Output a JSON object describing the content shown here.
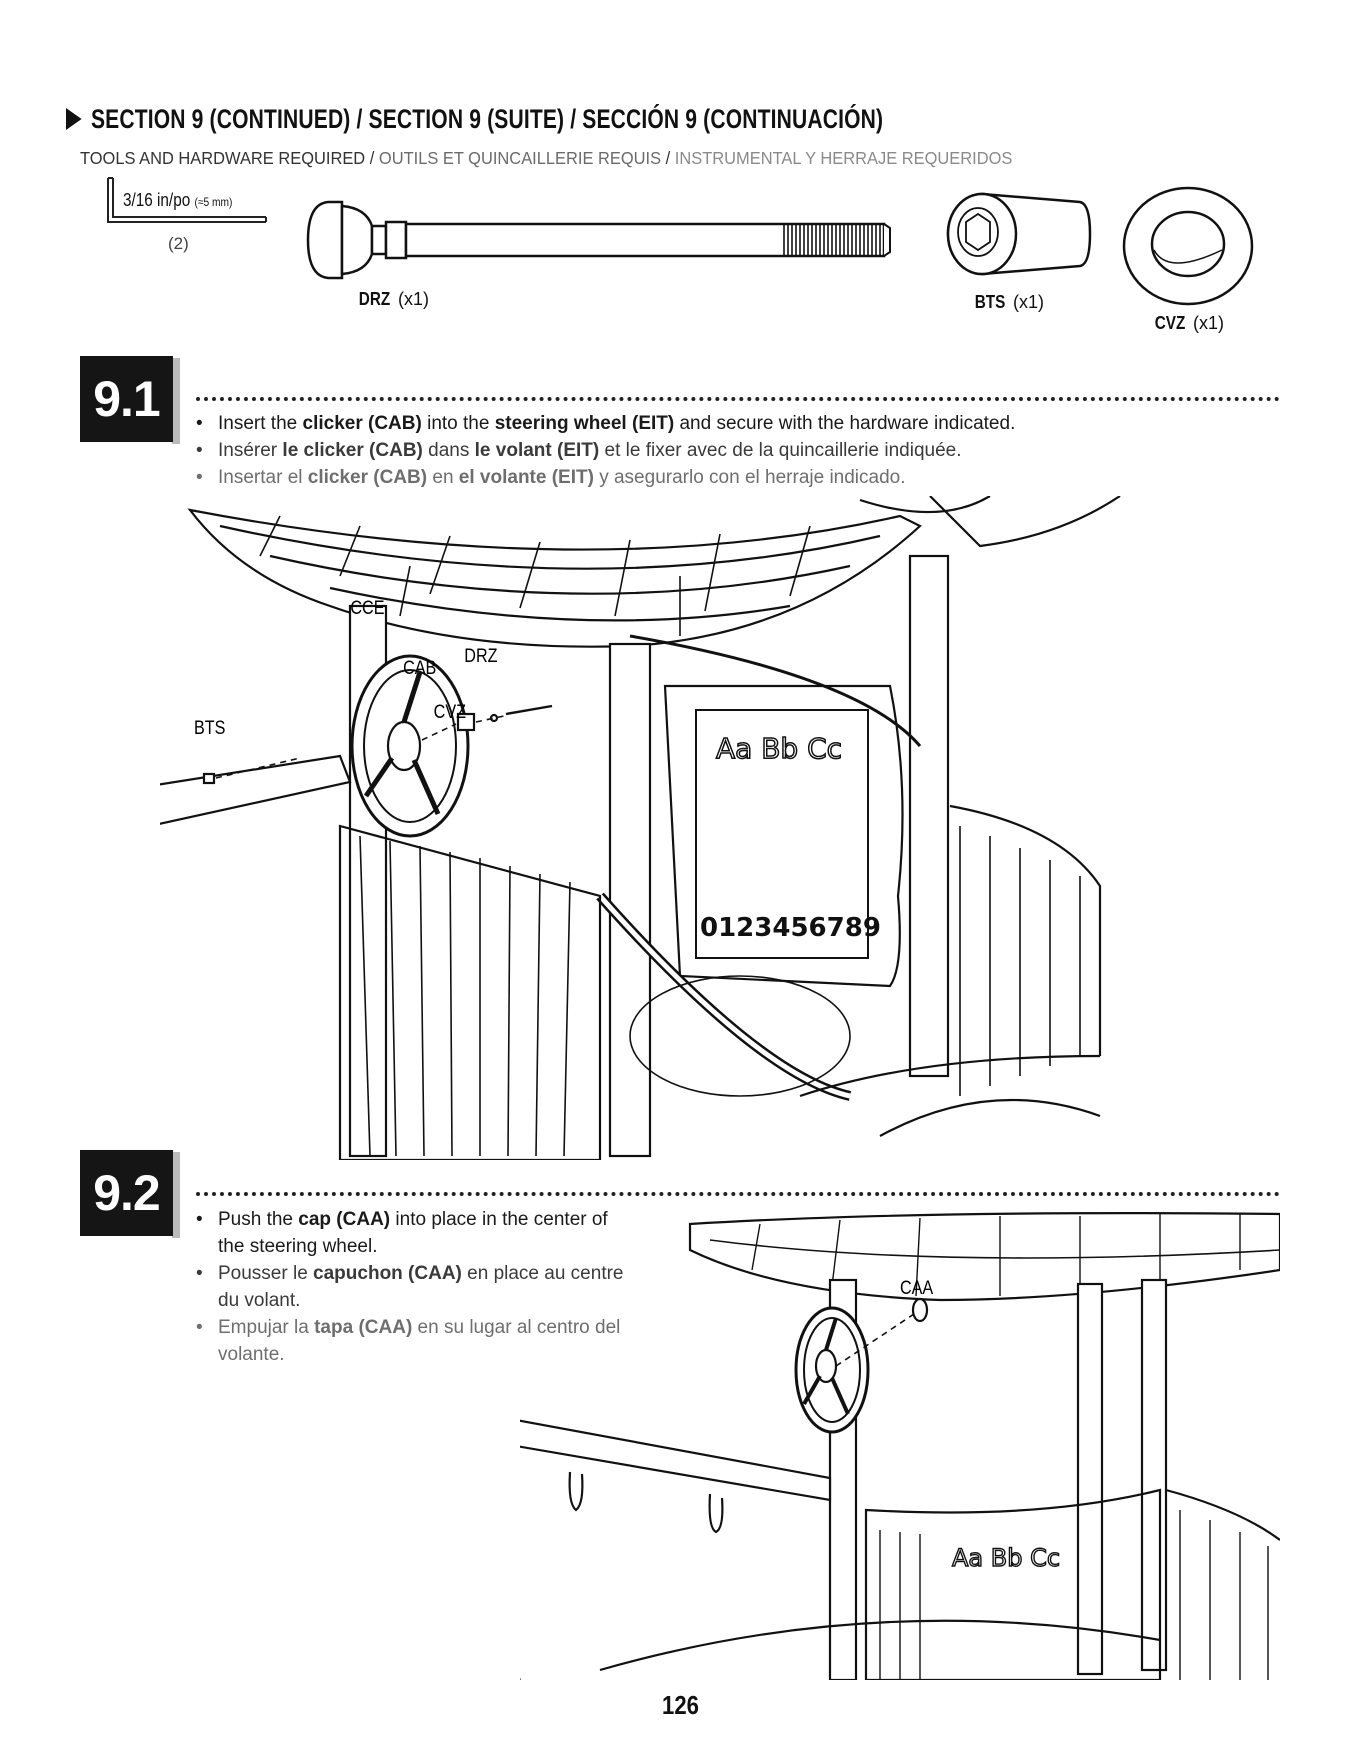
{
  "header": {
    "section_title": "SECTION 9 (CONTINUED) / SECTION 9 (SUITE) / SECCIÓN 9 (CONTINUACIÓN)",
    "tools_en": "TOOLS AND HARDWARE REQUIRED",
    "tools_fr": "OUTILS ET QUINCAILLERIE REQUIS",
    "tools_es": "INSTRUMENTAL Y HERRAJE REQUERIDOS",
    "separator": " / "
  },
  "tools": {
    "hex_key": {
      "size": "3/16 in/po",
      "metric": "(≈5 mm)",
      "qty": "(2)"
    }
  },
  "hardware": [
    {
      "code": "DRZ",
      "qty": "(x1)"
    },
    {
      "code": "BTS",
      "qty": "(x1)"
    },
    {
      "code": "CVZ",
      "qty": "(x1)"
    }
  ],
  "steps": [
    {
      "number": "9.1",
      "en": {
        "a": "Insert the ",
        "b": "clicker (CAB)",
        "c": " into the ",
        "d": "steering wheel (EIT)",
        "e": " and secure with the hardware indicated."
      },
      "fr": {
        "a": "Insérer ",
        "b": "le clicker (CAB)",
        "c": " dans ",
        "d": "le volant (EIT)",
        "e": " et le fixer avec de la quincaillerie indiquée."
      },
      "es": {
        "a": "Insertar el ",
        "b": "clicker (CAB)",
        "c": " en ",
        "d": "el volante (EIT)",
        "e": " y asegurarlo con el herraje indicado."
      },
      "labels": {
        "cce": "CCE",
        "cab": "CAB",
        "drz": "DRZ",
        "cvz": "CVZ",
        "bts": "BTS"
      },
      "board": {
        "letters": "Aa Bb Cc",
        "digits": "0123456789"
      }
    },
    {
      "number": "9.2",
      "en": {
        "a": "Push the ",
        "b": "cap (CAA)",
        "c": " into place in the center of the steering wheel."
      },
      "fr": {
        "a": "Pousser le ",
        "b": "capuchon (CAA)",
        "c": " en place au centre du volant."
      },
      "es": {
        "a": "Empujar la ",
        "b": "tapa (CAA)",
        "c": " en su lugar al centro del volante."
      },
      "labels": {
        "caa": "CAA"
      },
      "board": {
        "letters": "Aa Bb Cc"
      }
    }
  ],
  "page": {
    "number": "126"
  }
}
